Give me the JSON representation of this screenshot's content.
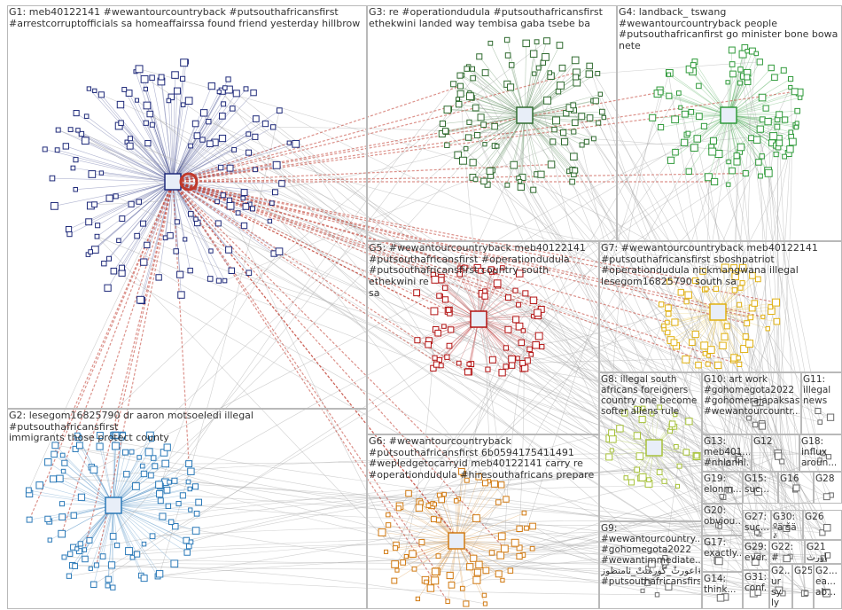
{
  "groups": [
    {
      "id": "G1",
      "text": "G1: meb40122141 #wewantourcountryback #putsouthafricansfirst\n#arrestcorruptofficials sa homeaffairssa found friend yesterday hillbrow",
      "color": "#1f2a7a"
    },
    {
      "id": "G2",
      "text": "G2: lesegom16825790 dr aaron motsoeledi illegal #putsouthafricansfirst\nimmigrants those protect county",
      "color": "#2a79b8"
    },
    {
      "id": "G3",
      "text": "G3: re #operationdudula #putsouthafricansfirst\nethekwini landed way tembisa gaba tsebe ba",
      "color": "#2f6b2f"
    },
    {
      "id": "G4",
      "text": "G4: landback_ tswang\n#wewantourcountryback people\n#putsouthafricanfirst go minister bone bowa\nnete",
      "color": "#2f9a3a"
    },
    {
      "id": "G5",
      "text": "G5: #wewantourcountryback meb40122141\n#putsouthafricansfirst #operationdudula\n#putsouthafricansfirst country south ethekwini re\nsa",
      "color": "#b31313"
    },
    {
      "id": "G6",
      "text": "G6: #wewantourcountryback\n#putsouthafricansfirst 6b0594175411491\n#wepledgetocarryid meb40122141 carry re\n#operationdudula #hiresouthafricans prepare",
      "color": "#d17a12"
    },
    {
      "id": "G7",
      "text": "G7: #wewantourcountryback meb40122141\n#putsouthafricansfirst sboshpatriot\n#operationdudula nickmangwana illegal\nlesegom16825790 south sa",
      "color": "#e0b010"
    },
    {
      "id": "G8",
      "text": "G8: illegal south\nafricans foreigners\ncountry one become\nsofter aliens rule",
      "color": "#a7c23a"
    },
    {
      "id": "G9",
      "text": "G9:\n#wewantourcountry...\n#gohomegota2022\n#wewantimmediate...\nاعورثْ_ڭورمنتْ_ئامنظوز#\n#putsouthafricansfirs...",
      "color": "#6b6b6b"
    },
    {
      "id": "G10",
      "text": "G10: art work\n#gohomegota2022\n#gohomerajapaksasre\n#wewantourcountr...",
      "color": "#6b6b6b"
    },
    {
      "id": "G11",
      "text": "G11:\nillegal\nnews",
      "color": "#6b6b6b"
    },
    {
      "id": "G12",
      "text": "G12",
      "color": "#6b6b6b"
    },
    {
      "id": "G13",
      "text": "G13:\nmeb401...\n#nhlanhl...",
      "color": "#6b6b6b"
    },
    {
      "id": "G14",
      "text": "G14:\nthink...",
      "color": "#6b6b6b"
    },
    {
      "id": "G15",
      "text": "G15:\nsuc...",
      "color": "#6b6b6b"
    },
    {
      "id": "G16",
      "text": "G16",
      "color": "#6b6b6b"
    },
    {
      "id": "G17",
      "text": "G17:\nexactly...",
      "color": "#6b6b6b"
    },
    {
      "id": "G18",
      "text": "G18:\ninflux\naroun...",
      "color": "#6b6b6b"
    },
    {
      "id": "G19",
      "text": "G19:\nelonm...",
      "color": "#6b6b6b"
    },
    {
      "id": "G20",
      "text": "G20:\nobviou...",
      "color": "#6b6b6b"
    },
    {
      "id": "G21",
      "text": "G21\nاورث",
      "color": "#6b6b6b"
    },
    {
      "id": "G22",
      "text": "G22: #",
      "color": "#6b6b6b"
    },
    {
      "id": "G23",
      "text": "G2...\nur\nsy ly",
      "color": "#6b6b6b"
    },
    {
      "id": "G24",
      "text": "G2...\nea...\nab...",
      "color": "#6b6b6b"
    },
    {
      "id": "G25",
      "text": "G25",
      "color": "#6b6b6b"
    },
    {
      "id": "G26",
      "text": "G26",
      "color": "#6b6b6b"
    },
    {
      "id": "G27",
      "text": "G27:\nsuc...",
      "color": "#6b6b6b"
    },
    {
      "id": "G28",
      "text": "G28",
      "color": "#6b6b6b"
    },
    {
      "id": "G29",
      "text": "G29:\never...",
      "color": "#6b6b6b"
    },
    {
      "id": "G30",
      "text": "G30:\nºä šä š",
      "color": "#6b6b6b"
    },
    {
      "id": "G31",
      "text": "G31:\nconf...",
      "color": "#6b6b6b"
    }
  ],
  "colors": {
    "edge_gray": "#a9a9a9",
    "edge_red": "#c0392b",
    "node_fill": "#ffffff",
    "border": "#b9b9b9"
  }
}
